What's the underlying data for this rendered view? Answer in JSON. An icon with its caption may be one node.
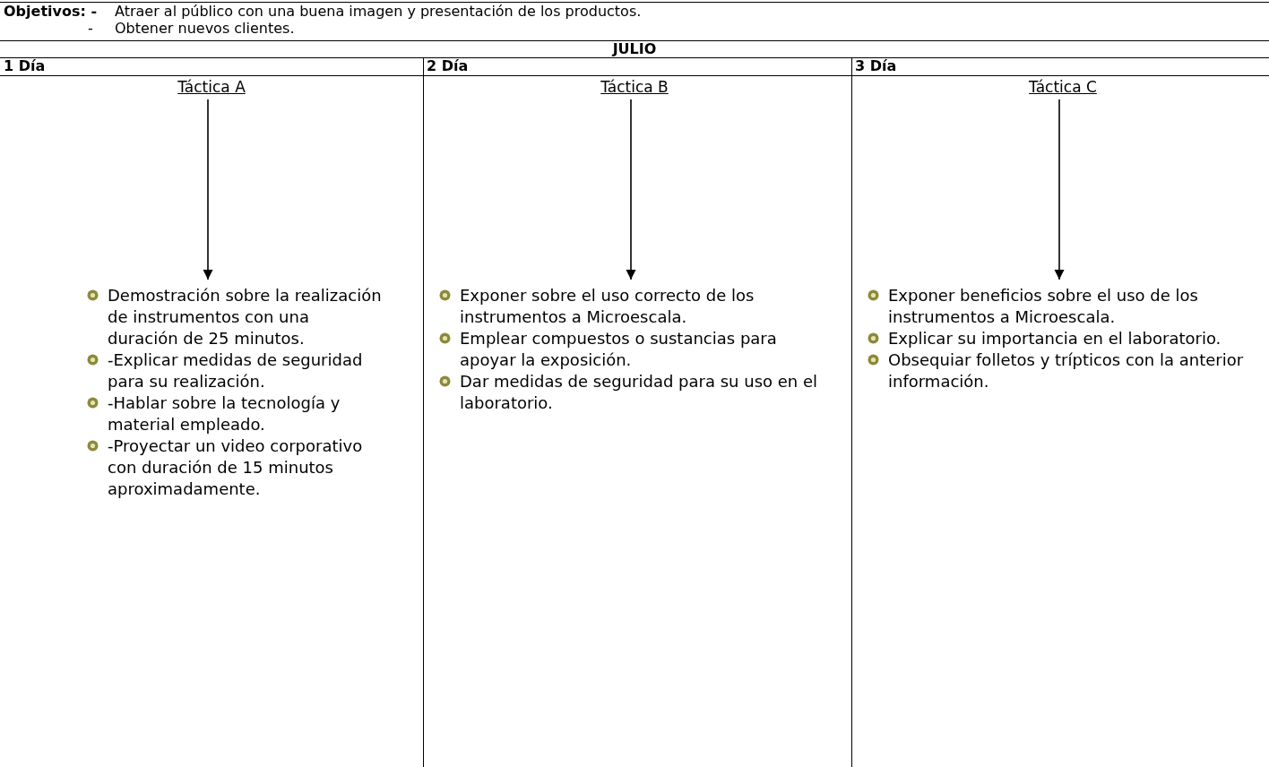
{
  "diagram": {
    "nodes": [
      {
        "text": [
          "Táctica A"
        ]
      },
      {
        "text": [
          "Demostración sobre la realización de instrumentos con una duración de 25 minutos.",
          "-Explicar medidas de seguridad para su realización.",
          "-Hablar sobre la tecnología y material empleado.",
          "-Proyectar un video corporativo con duración de 15 minutos aproximadamente."
        ]
      },
      {
        "text": [
          "Táctica B"
        ]
      },
      {
        "text": [
          "Exponer sobre el uso correcto de los instrumentos a Microescala.",
          "Emplear compuestos o sustancias para apoyar la exposición.",
          "Dar medidas de seguridad para su uso en el laboratorio."
        ]
      },
      {
        "text": [
          "Táctica C"
        ]
      },
      {
        "text": [
          "Exponer beneficios sobre el uso de los instrumentos a Microescala.",
          "Explicar su importancia en el laboratorio.",
          "Obsequiar folletos y trípticos con la anterior información."
        ]
      }
    ],
    "edges": [
      {
        "from": 0,
        "to": 1,
        "arrow": "to"
      },
      {
        "from": 2,
        "to": 3,
        "arrow": "to"
      },
      {
        "from": 4,
        "to": 5,
        "arrow": "to"
      }
    ],
    "labels": [
      "Objetivos: -",
      "Atraer al público con una buena imagen y presentación de los productos.",
      "-",
      "Obtener nuevos clientes.",
      "JULIO",
      "1 Día",
      "2 Día",
      "3 Día"
    ]
  }
}
